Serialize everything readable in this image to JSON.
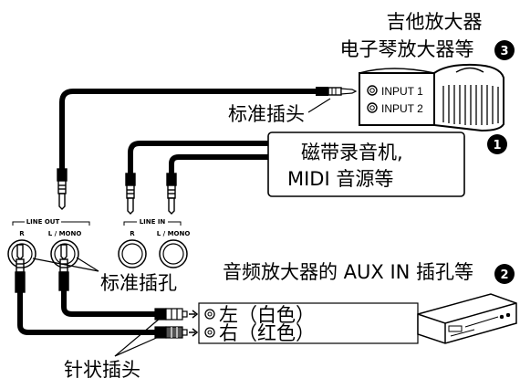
{
  "labels": {
    "amp_line1": "吉他放大器",
    "amp_line2": "电子琴放大器等",
    "standard_plug": "标准插头",
    "tape_line1": "磁带录音机,",
    "tape_line2": "MIDI 音源等",
    "standard_jack": "标准插孔",
    "audio_amp": "音频放大器的 AUX IN 插孔等",
    "pin_left": "左（白色）",
    "pin_right": "右（红色）",
    "pin_plug": "针状插头"
  },
  "amp_inputs": [
    "INPUT 1",
    "INPUT 2"
  ],
  "jacks": {
    "line_out": "LINE OUT",
    "line_in": "LINE IN",
    "r": "R",
    "l_mono": "L / MONO"
  },
  "numbers": [
    "1",
    "2",
    "3"
  ]
}
